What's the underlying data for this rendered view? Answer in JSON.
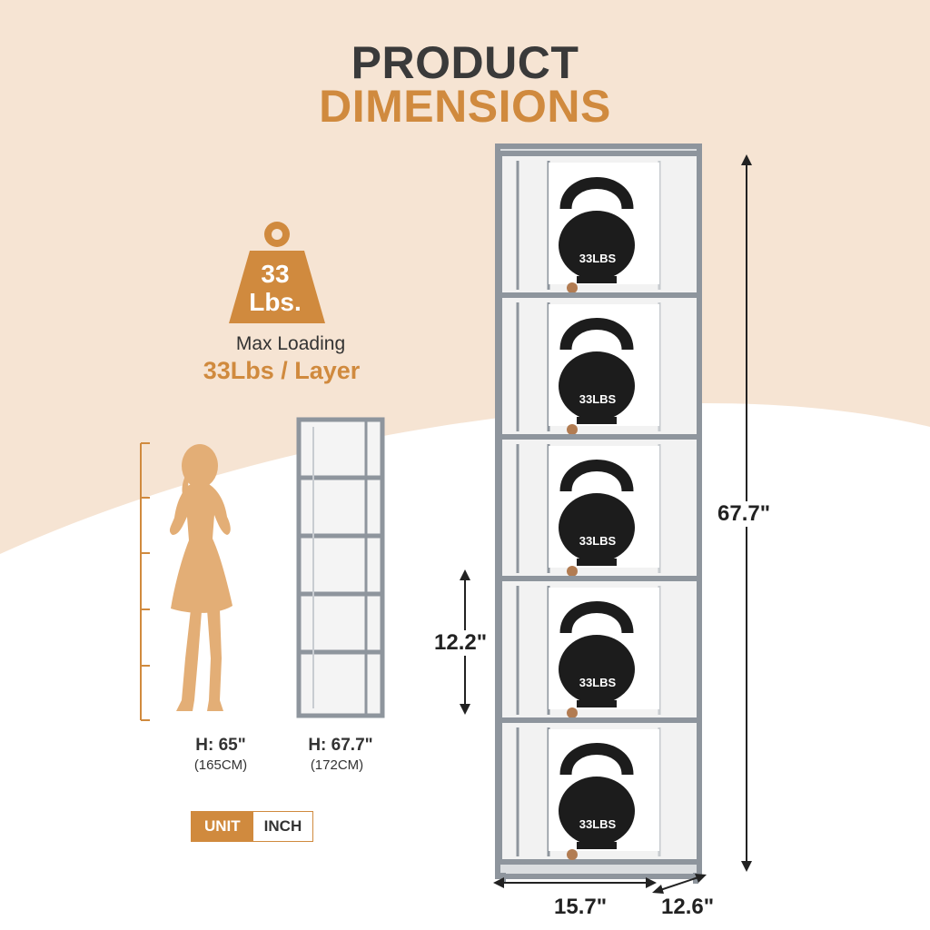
{
  "title": {
    "line1": "PRODUCT",
    "line2": "DIMENSIONS"
  },
  "weight": {
    "value": "33",
    "unit": "Lbs.",
    "caption": "Max Loading",
    "per_layer": "33Lbs / Layer"
  },
  "person": {
    "height": "H: 65\"",
    "metric": "(165CM)"
  },
  "cabinet_small": {
    "height": "H: 67.7\"",
    "metric": "(172CM)"
  },
  "dimensions": {
    "total_height": "67.7\"",
    "layer_height": "12.2\"",
    "width": "15.7\"",
    "depth": "12.6\""
  },
  "kettlebell_label": "33LBS",
  "unit_toggle": {
    "label": "UNIT",
    "value": "INCH"
  },
  "colors": {
    "accent": "#d08a3e",
    "frame": "#8e959d",
    "background": "#f6e4d3"
  }
}
